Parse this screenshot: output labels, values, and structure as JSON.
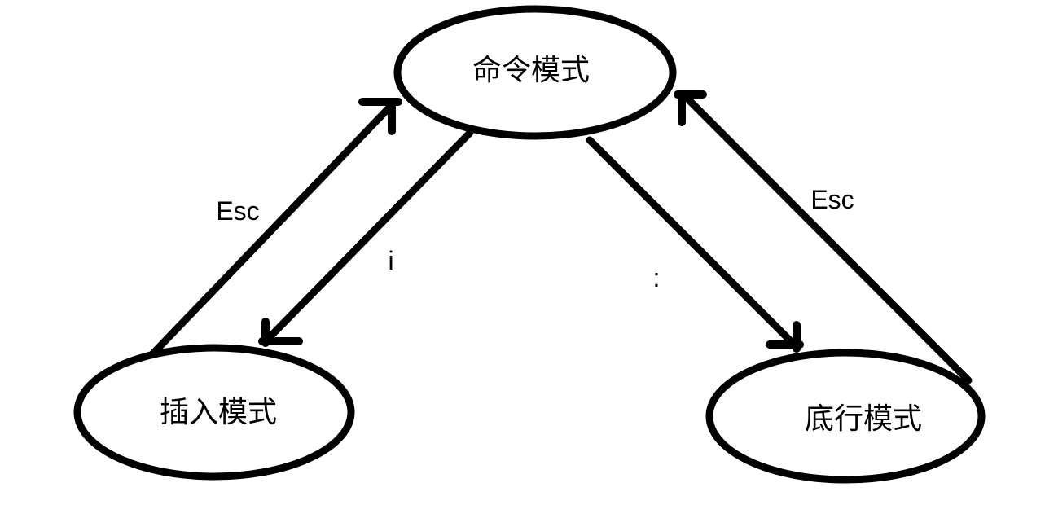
{
  "diagram": {
    "type": "state-diagram",
    "topic": "vim-editor-modes",
    "background_color": "#ffffff",
    "stroke_color": "#000000",
    "nodes": [
      {
        "id": "command-mode",
        "label": "命令模式",
        "position": "top-center"
      },
      {
        "id": "insert-mode",
        "label": "插入模式",
        "position": "bottom-left"
      },
      {
        "id": "last-line-mode",
        "label": "底行模式",
        "position": "bottom-right"
      }
    ],
    "edges": [
      {
        "id": "insert-to-command",
        "from": "insert-mode",
        "to": "command-mode",
        "label": "Esc"
      },
      {
        "id": "command-to-insert",
        "from": "command-mode",
        "to": "insert-mode",
        "label": "i"
      },
      {
        "id": "command-to-last-line",
        "from": "command-mode",
        "to": "last-line-mode",
        "label": ":"
      },
      {
        "id": "last-line-to-command",
        "from": "last-line-mode",
        "to": "command-mode",
        "label": "Esc"
      }
    ]
  }
}
